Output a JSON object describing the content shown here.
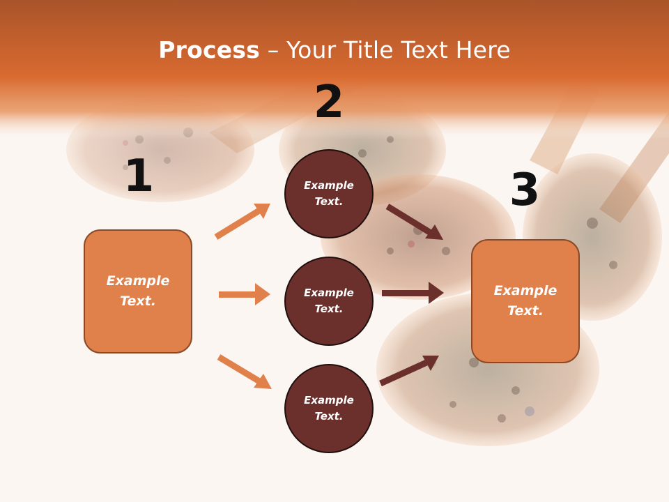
{
  "title": {
    "bold": "Process",
    "separator": " – ",
    "rest": "Your Title Text Here"
  },
  "steps": {
    "one": "1",
    "two": "2",
    "three": "3"
  },
  "boxes": {
    "left": {
      "line1": "Example",
      "line2": "Text."
    },
    "right": {
      "line1": "Example",
      "line2": "Text."
    }
  },
  "circles": [
    {
      "line1": "Example",
      "line2": "Text."
    },
    {
      "line1": "Example",
      "line2": "Text."
    },
    {
      "line1": "Example",
      "line2": "Text."
    }
  ],
  "colors": {
    "header": "#d4652c",
    "box_fill": "#e0804b",
    "circle_fill": "#6b2f2c",
    "arrow_orange": "#e0804b",
    "arrow_dark": "#6b2f2c"
  }
}
